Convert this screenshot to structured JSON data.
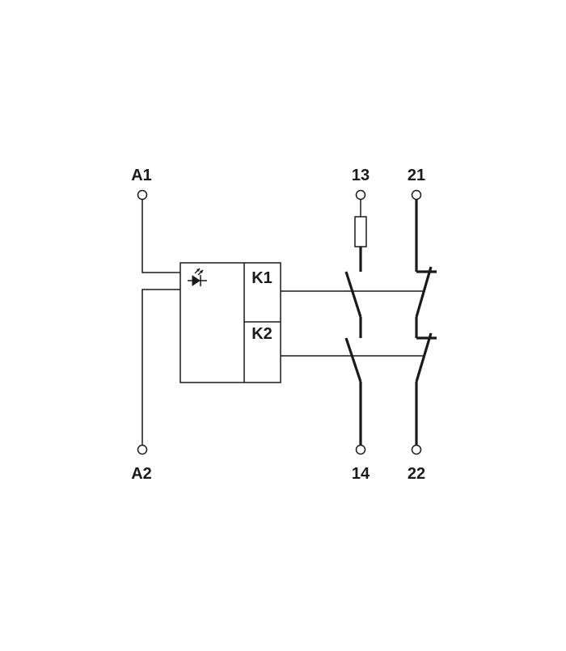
{
  "terminals": {
    "a1": "A1",
    "a2": "A2",
    "t13": "13",
    "t14": "14",
    "t21": "21",
    "t22": "22"
  },
  "coils": {
    "k1": "K1",
    "k2": "K2"
  },
  "icons": {
    "led": "led-diode-icon",
    "fuse": "fuse-icon",
    "terminal": "terminal-circle-icon"
  },
  "colors": {
    "line": "#1a1a1a",
    "background": "#ffffff"
  }
}
